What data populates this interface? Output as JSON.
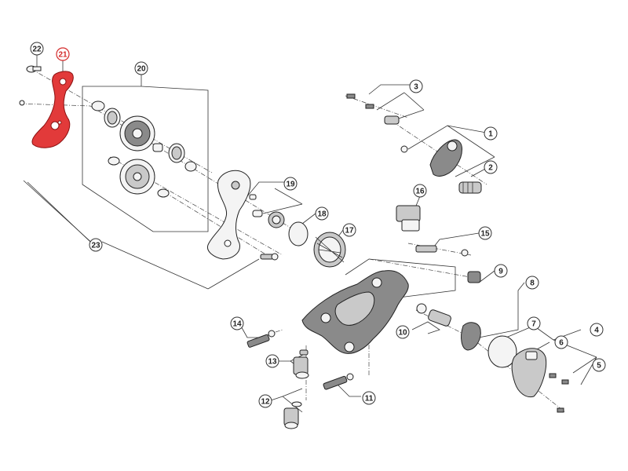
{
  "diagram": {
    "highlight_color": "#e23a3a",
    "line_color": "#333333",
    "callouts": [
      {
        "id": "c1",
        "text": "1"
      },
      {
        "id": "c2",
        "text": "2"
      },
      {
        "id": "c3",
        "text": "3"
      },
      {
        "id": "c4",
        "text": "4"
      },
      {
        "id": "c5",
        "text": "5"
      },
      {
        "id": "c6",
        "text": "6"
      },
      {
        "id": "c7",
        "text": "7"
      },
      {
        "id": "c8",
        "text": "8"
      },
      {
        "id": "c9",
        "text": "9"
      },
      {
        "id": "c10",
        "text": "10"
      },
      {
        "id": "c11",
        "text": "11"
      },
      {
        "id": "c12",
        "text": "12"
      },
      {
        "id": "c13",
        "text": "13"
      },
      {
        "id": "c14",
        "text": "14"
      },
      {
        "id": "c15",
        "text": "15"
      },
      {
        "id": "c16",
        "text": "16"
      },
      {
        "id": "c17",
        "text": "17"
      },
      {
        "id": "c18",
        "text": "18"
      },
      {
        "id": "c19",
        "text": "19"
      },
      {
        "id": "c20",
        "text": "20"
      },
      {
        "id": "c21",
        "text": "21",
        "highlighted": true
      },
      {
        "id": "c22",
        "text": "22"
      },
      {
        "id": "c23",
        "text": "23"
      }
    ]
  }
}
